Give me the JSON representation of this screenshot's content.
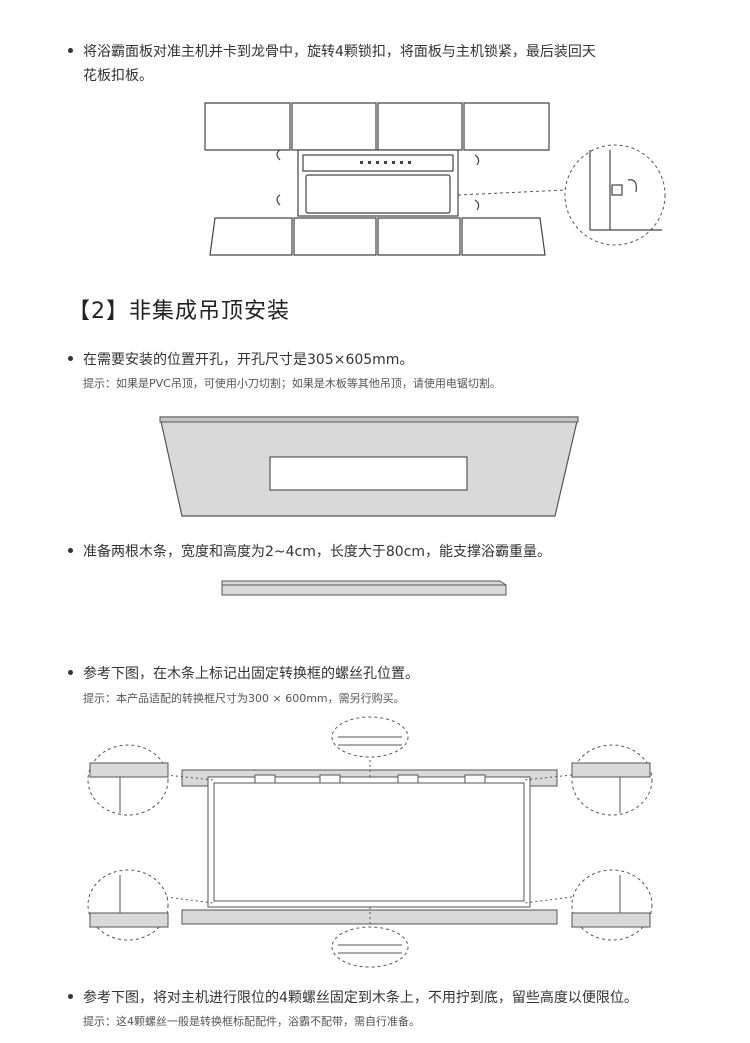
{
  "step_top": {
    "line1": "将浴霸面板对准主机并卡到龙骨中，旋转4颗锁扣，将面板与主机锁紧，最后装回天",
    "line2": "花板扣板。"
  },
  "section2": {
    "heading": "【2】非集成吊顶安装"
  },
  "step_hole": {
    "text": "在需要安装的位置开孔，开孔尺寸是305×605mm。",
    "tip": "提示：如果是PVC吊顶，可使用小刀切割；如果是木板等其他吊顶，请使用电锯切割。"
  },
  "step_wood": {
    "text": "准备两根木条，宽度和高度为2~4cm，长度大于80cm，能支撑浴霸重量。"
  },
  "step_mark": {
    "text": "参考下图，在木条上标记出固定转换框的螺丝孔位置。",
    "tip": "提示：本产品适配的转换框尺寸为300 × 600mm，需另行购买。"
  },
  "step_screw": {
    "text": "参考下图，将对主机进行限位的4颗螺丝固定到木条上，不用拧到底，留些高度以便限位。",
    "tip": "提示：这4颗螺丝一般是转换框标配配件，浴霸不配带，需自行准备。"
  },
  "colors": {
    "text": "#333333",
    "panel_gray": "#d9d9d9",
    "line": "#555555"
  }
}
